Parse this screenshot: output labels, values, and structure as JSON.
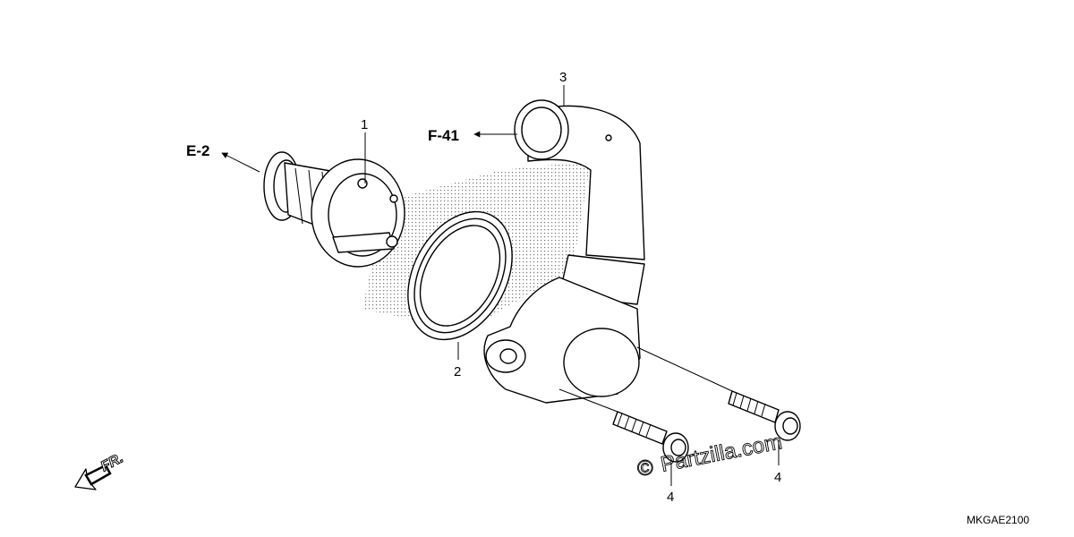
{
  "callouts": {
    "part1": "1",
    "part2": "2",
    "part3": "3",
    "part4a": "4",
    "part4b": "4"
  },
  "references": {
    "e2": "E-2",
    "f41": "F-41"
  },
  "direction_label": "FR.",
  "diagram_code": "MKGAE2100",
  "watermark": {
    "symbol": "©",
    "text": "Partzilla.com"
  },
  "icons": [
    "front-direction-arrow-icon"
  ]
}
